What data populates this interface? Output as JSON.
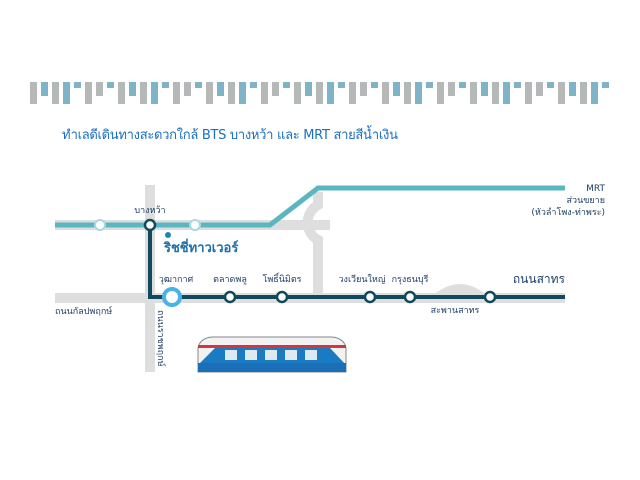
{
  "title": "ทำเลดีเดินทางสะดวกใกล้ BTS บางหว้า และ MRT สายสีน้ำเงิน",
  "colors": {
    "mrt_line": "#5ab7bf",
    "bts_line": "#0f4a5e",
    "road": "#dedede",
    "title": "#1b6fc4",
    "accent_station": "#49b3e8"
  },
  "project_label": "ริชชี่ทาวเวอร์",
  "stations": {
    "bang_wa": "บางหว้า",
    "wutthakat": "วุฒากาศ",
    "talat_phlu": "ตลาดพลู",
    "pho_nimit": "โพธิ์นิมิตร",
    "wongwian_yai": "วงเวียนใหญ่",
    "krung_thon_buri": "กรุงธนบุรี"
  },
  "roads": {
    "kanlapaphruek": "ถนนกัลปพฤกษ์",
    "ratchaphruek": "ถนนราชพฤกษ์",
    "sathon": "ถนนสาทร",
    "sathon_bridge": "สะพานสาทร"
  },
  "mrt": {
    "line1": "MRT",
    "line2": "ส่วนขยาย",
    "line3": "(หัวลำโพง-ท่าพระ)"
  }
}
